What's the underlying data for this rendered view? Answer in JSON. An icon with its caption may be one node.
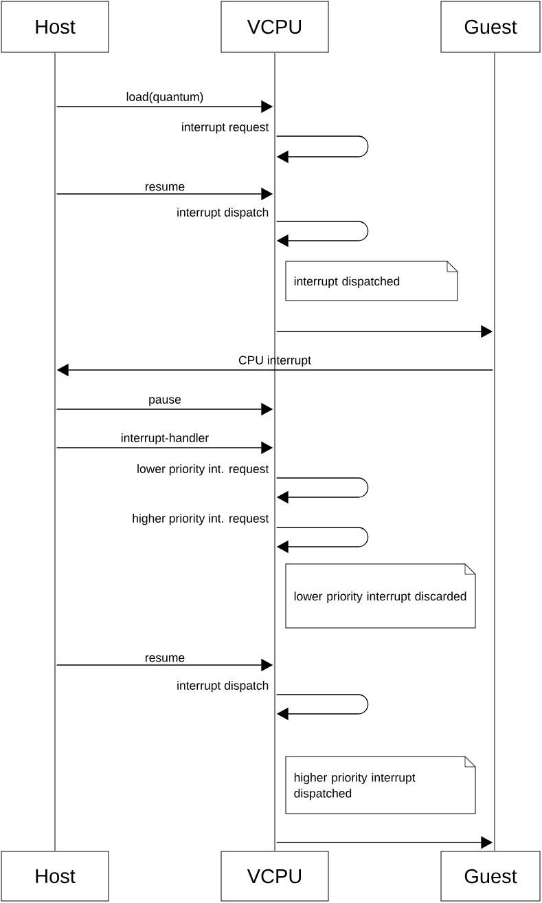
{
  "diagram": {
    "nodes": [
      {
        "text": [
          "Host"
        ]
      },
      {
        "text": [
          "VCPU"
        ]
      },
      {
        "text": [
          "Guest"
        ]
      },
      {
        "text": [],
        "shape": "line"
      },
      {
        "text": [],
        "shape": "line"
      },
      {
        "text": [],
        "shape": "line"
      },
      {
        "text": [
          "interrupt dispatched"
        ]
      },
      {
        "text": [
          "lower priority interrupt discarded"
        ]
      },
      {
        "text": [
          "higher priority interrupt dispatched"
        ]
      },
      {
        "text": [
          "Host"
        ]
      },
      {
        "text": [
          "VCPU"
        ]
      },
      {
        "text": [
          "Guest"
        ]
      }
    ],
    "edges": [
      {
        "from": 3,
        "to": 4,
        "arrow": "to",
        "label": "load(quantum)"
      },
      {
        "from": 4,
        "to": 4,
        "arrow": "to",
        "label": "interrupt request"
      },
      {
        "from": 3,
        "to": 4,
        "arrow": "to",
        "label": "resume"
      },
      {
        "from": 4,
        "to": 4,
        "arrow": "to",
        "label": "interrupt dispatch"
      },
      {
        "from": 4,
        "to": 5,
        "arrow": "to"
      },
      {
        "from": 5,
        "to": 3,
        "arrow": "to",
        "label": "CPU interrupt"
      },
      {
        "from": 3,
        "to": 4,
        "arrow": "to",
        "label": "pause"
      },
      {
        "from": 3,
        "to": 4,
        "arrow": "to",
        "label": "interrupt-handler"
      },
      {
        "from": 4,
        "to": 4,
        "arrow": "to",
        "label": "lower priority int. request"
      },
      {
        "from": 4,
        "to": 4,
        "arrow": "to",
        "label": "higher priority int. request"
      },
      {
        "from": 3,
        "to": 4,
        "arrow": "to",
        "label": "resume"
      },
      {
        "from": 4,
        "to": 4,
        "arrow": "to",
        "label": "interrupt dispatch"
      },
      {
        "from": 4,
        "to": 5,
        "arrow": "to"
      }
    ]
  }
}
